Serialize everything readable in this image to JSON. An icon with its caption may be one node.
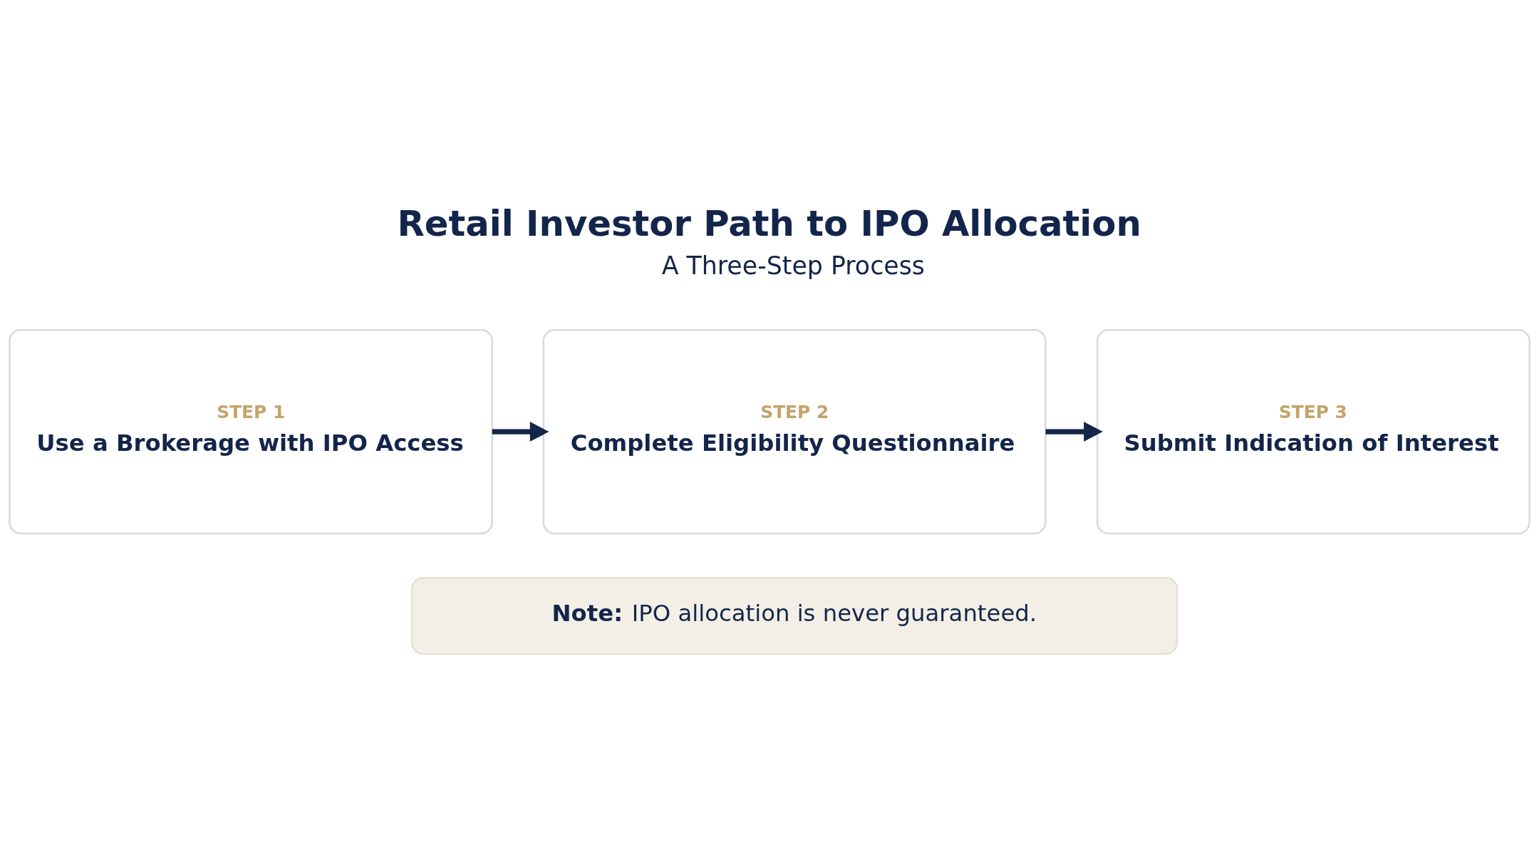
{
  "diagram": {
    "title": "Retail Investor Path to IPO Allocation",
    "nodes": [
      {
        "text": [
          "STEP 1",
          "Use a Brokerage with IPO Access"
        ]
      },
      {
        "text": [
          "STEP 2",
          "Complete Eligibility Questionnaire"
        ]
      },
      {
        "text": [
          "STEP 3",
          "Submit Indication of Interest"
        ]
      },
      {
        "text": [
          "**Note:** IPO allocation is never guaranteed."
        ]
      }
    ],
    "edges": [
      {
        "from": 0,
        "to": 1,
        "arrow": "to"
      },
      {
        "from": 1,
        "to": 2,
        "arrow": "to"
      }
    ],
    "labels": [
      "A Three-Step Process"
    ]
  }
}
